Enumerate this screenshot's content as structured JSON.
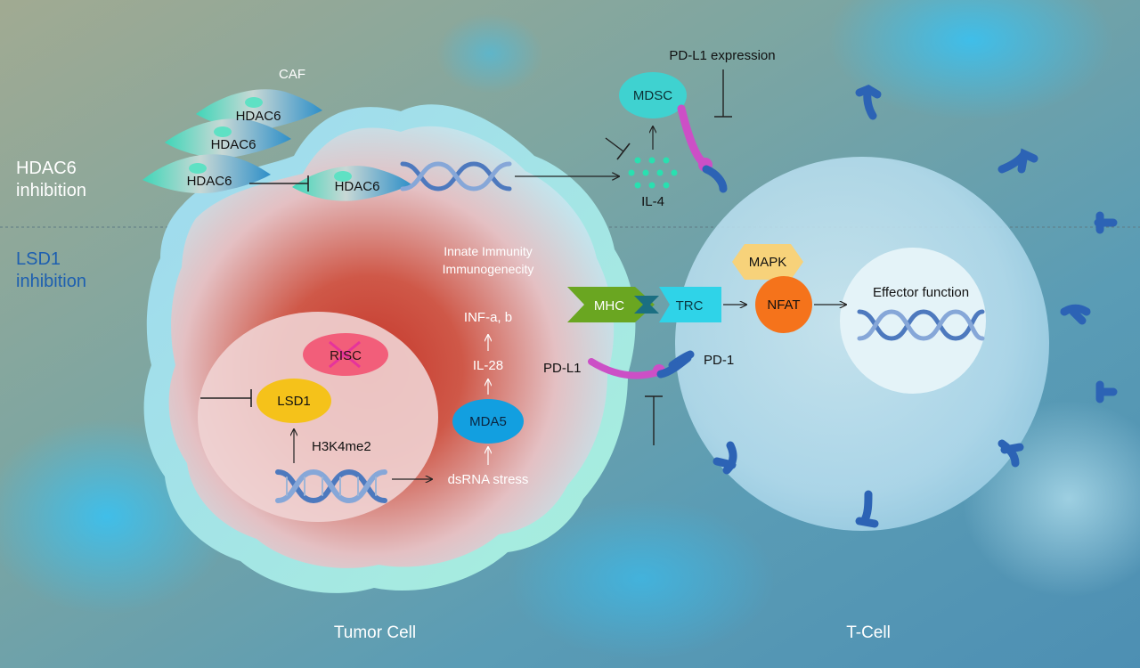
{
  "section_labels": {
    "hdac6": [
      "HDAC6",
      "inhibition"
    ],
    "lsd1": [
      "LSD1",
      "inhibition"
    ]
  },
  "cell_labels": {
    "caf": "CAF",
    "tumor": "Tumor Cell",
    "tcell": "T-Cell"
  },
  "caf_cells": [
    "HDAC6",
    "HDAC6",
    "HDAC6"
  ],
  "tumor_hdac6": "HDAC6",
  "mdsc": "MDSC",
  "pdl1_expression": "PD-L1 expression",
  "il4": "IL-4",
  "innate": [
    "Innate Immunity",
    "Immunogenecity"
  ],
  "pathway": {
    "inf": "INF-a, b",
    "il28": "IL-28",
    "mda5": "MDA5",
    "dsrna": "dsRNA stress"
  },
  "nucleus": {
    "risc": "RISC",
    "lsd1": "LSD1",
    "h3k4": "H3K4me2"
  },
  "receptors": {
    "mhc": "MHC",
    "trc": "TRC",
    "pdl1": "PD-L1",
    "pd1": "PD-1",
    "mapk": "MAPK",
    "nfat": "NFAT",
    "effector": "Effector function"
  },
  "colors": {
    "mdsc": "#3fd2d0",
    "mhc": "#6aa621",
    "trc": "#2fd3e8",
    "mapk": "#f7d27a",
    "nfat": "#f5731b",
    "lsd1": "#f5c21a",
    "mda5": "#129fe0",
    "risc": "#f25e7a",
    "pdl1_link": "#cc4fc6",
    "receptor": "#2c63b5",
    "dna": "#5b7fc4"
  }
}
